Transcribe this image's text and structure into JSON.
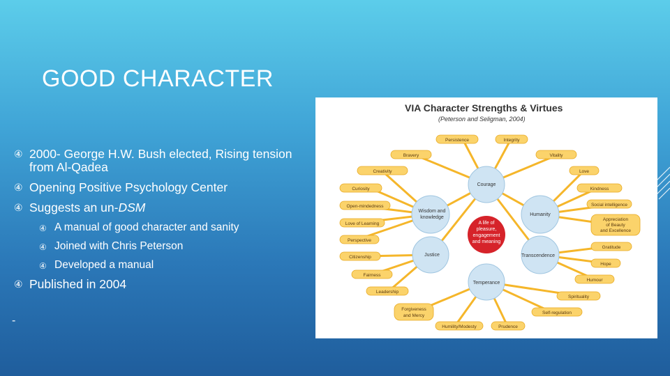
{
  "slide": {
    "title": "GOOD CHARACTER",
    "bullets": [
      {
        "text": "2000- George H.W. Bush elected, Rising tension from Al-Qadea"
      },
      {
        "text": "Opening Positive Psychology Center"
      },
      {
        "text_pre": "Suggests an un-",
        "text_em": "DSM"
      }
    ],
    "sub_bullets": [
      "A manual of good character and sanity",
      "Joined with Chris Peterson",
      "Developed a manual"
    ],
    "last_bullet": "Published in 2004",
    "trailing_mark": "-"
  },
  "diagram": {
    "title": "VIA Character Strengths & Virtues",
    "subtitle": "(Peterson and Seligman, 2004)",
    "center_lines": [
      "A life of",
      "pleasure,",
      "engagement",
      "and meaning"
    ],
    "virtues": {
      "courage": "Courage",
      "wisdom": [
        "Wisdom and",
        "knowledge"
      ],
      "humanity": "Humanity",
      "justice": "Justice",
      "transcendence": "Transcendence",
      "temperance": "Temperance"
    },
    "strengths": {
      "persistence": "Persistence",
      "integrity": "Integrity",
      "bravery": "Bravery",
      "vitality": "Vitality",
      "creativity": "Creativity",
      "love": "Love",
      "curiosity": "Curiosity",
      "kindness": "Kindness",
      "open_mindedness": "Open-mindedness",
      "social_intelligence": "Social intelligence",
      "love_of_learning": "Love of Learning",
      "appreciation": [
        "Appreciation",
        "of Beauty",
        "and Excellence"
      ],
      "perspective": "Perspective",
      "gratitude": "Gratitude",
      "citizenship": "Citizenship",
      "hope": "Hope",
      "fairness": "Fairness",
      "humour": "Humour",
      "leadership": "Leadership",
      "spirituality": "Spirituality",
      "forgiveness": [
        "Forgiveness",
        "and Mercy"
      ],
      "self_regulation": "Self-regulation",
      "humility": "Humility/Modesty",
      "prudence": "Prudence"
    }
  },
  "colors": {
    "bg_top": "#5ccdea",
    "bg_bottom": "#1f5d9c",
    "connector": "#f5b62a",
    "strength_fill": "#fbd36b",
    "virtue_fill": "#cfe4f3",
    "center_fill": "#d6232a",
    "diagram_text": "#333333",
    "strength_text": "#5a3a10"
  },
  "icons": {
    "bullet": "dingbat-bullet-icon"
  }
}
